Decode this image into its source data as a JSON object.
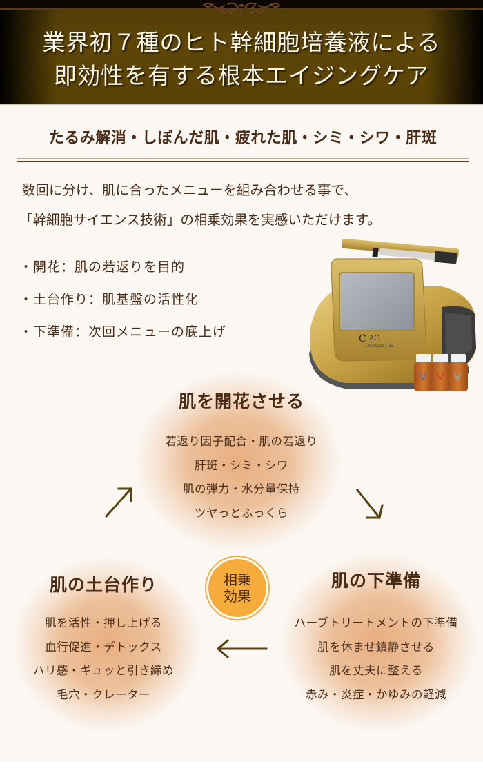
{
  "hero": {
    "title_line1": "業界初７種のヒト幹細胞培養液による",
    "title_line2": "即効性を有する根本エイジングケア"
  },
  "symptoms": {
    "text": "たるみ解消・しぼんだ肌・疲れた肌・シミ・シワ・肝斑"
  },
  "intro": {
    "line1": "数回に分け、肌に合ったメニューを組み合わせる事で、",
    "line2": "「幹細胞サイエンス技術」の相乗効果を実感いただけます。"
  },
  "bullets": [
    {
      "text": "・開花：肌の若返りを目的"
    },
    {
      "text": "・土台作り：肌基盤の活性化"
    },
    {
      "text": "・下準備：次回メニューの底上げ"
    }
  ],
  "device": {
    "brand_mark": "AC",
    "brand_name": "Activate Cell"
  },
  "cycle": {
    "bloom": {
      "title": "肌を開花させる",
      "items": [
        "若返り因子配合・肌の若返り",
        "肝斑・シミ・シワ",
        "肌の弾力・水分量保持",
        "ツヤっとふっくら"
      ]
    },
    "foundation": {
      "title": "肌の土台作り",
      "items": [
        "肌を活性・押し上げる",
        "血行促進・デトックス",
        "ハリ感・ギュッと引き締め",
        "毛穴・クレーター"
      ]
    },
    "preparation": {
      "title": "肌の下準備",
      "items": [
        "ハーブトリートメントの下準備",
        "肌を休ませ鎮静させる",
        "肌を丈夫に整える",
        "赤み・炎症・かゆみの軽減"
      ]
    },
    "synergy_badge": {
      "line1": "相乗",
      "line2": "効果"
    }
  },
  "colors": {
    "text_brown": "#4a2e1a",
    "hero_gold": "#5e4608",
    "badge_orange": "#f5ac3b",
    "blob_peach": "#e1965a",
    "page_bg": "#fbf7f3"
  }
}
